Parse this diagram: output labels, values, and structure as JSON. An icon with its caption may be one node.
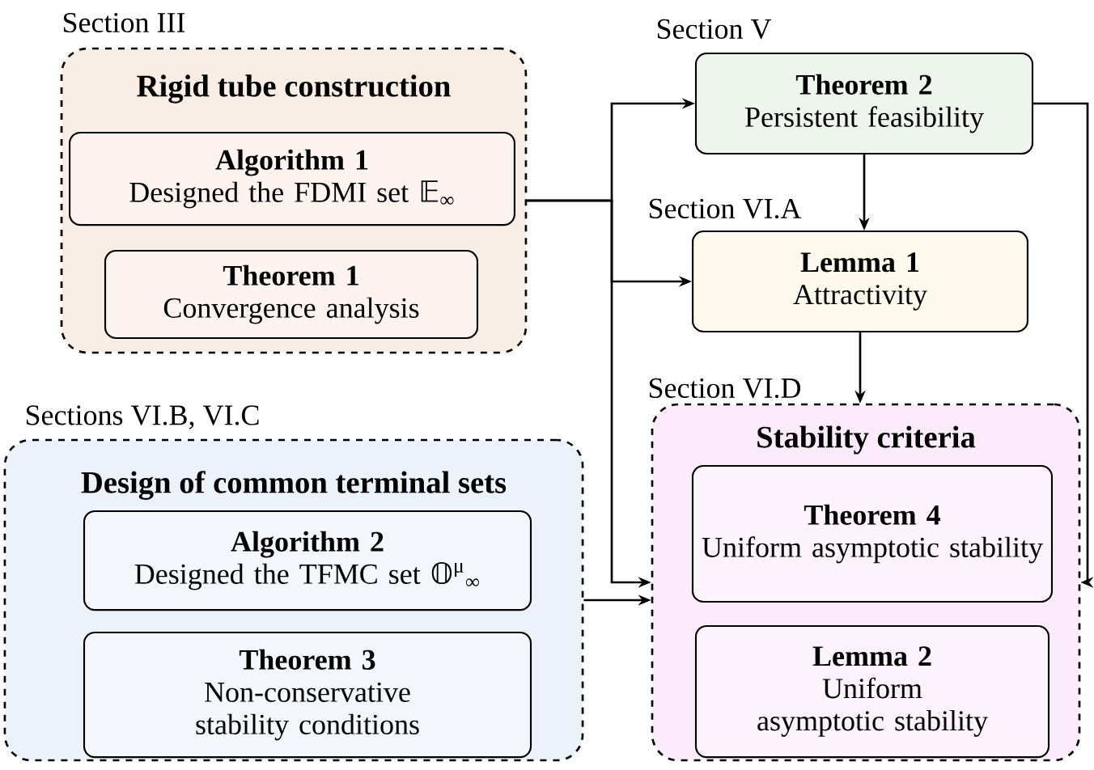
{
  "diagram": {
    "nodes": [
      {
        "text": [
          "Rigid tube construction"
        ],
        "beside": [
          "Section III"
        ]
      },
      {
        "text": [
          "Algorithm 1",
          "Designed the FDMI set 𝔼$_{∞}$"
        ],
        "in": 0
      },
      {
        "text": [
          "Theorem 1",
          "Convergence analysis"
        ],
        "in": 0
      },
      {
        "text": [
          "Theorem 2",
          "Persistent feasibility"
        ],
        "beside": [
          "Section V"
        ]
      },
      {
        "text": [
          "Lemma 1",
          "Attractivity"
        ],
        "beside": [
          "Section VI.A"
        ]
      },
      {
        "text": [
          "Design of common terminal sets"
        ],
        "beside": [
          "Sections VI.B, VI.C"
        ]
      },
      {
        "text": [
          "Algorithm 2",
          "Designed the TFMC set 𝕆$^{μ}$$_{∞}$"
        ],
        "in": 5
      },
      {
        "text": [
          "Theorem 3",
          "Non-conservative stability conditions"
        ],
        "in": 5
      },
      {
        "text": [
          "Stability criteria"
        ],
        "beside": [
          "Section VI.D"
        ]
      },
      {
        "text": [
          "Theorem 4",
          "Uniform asymptotic stability"
        ],
        "in": 8
      },
      {
        "text": [
          "Lemma 2",
          "Uniform asymptotic stability"
        ],
        "in": 8
      }
    ],
    "edges": [
      {
        "from": 0,
        "to": 3,
        "arrow": "to"
      },
      {
        "from": 0,
        "to": 4,
        "arrow": "to"
      },
      {
        "from": 0,
        "to": 8,
        "arrow": "to"
      },
      {
        "from": 3,
        "to": 4,
        "arrow": "to"
      },
      {
        "from": 4,
        "to": 8,
        "arrow": "to"
      },
      {
        "from": 5,
        "to": 8,
        "arrow": "to"
      },
      {
        "from": 3,
        "to": 8,
        "arrow": "to"
      }
    ]
  }
}
